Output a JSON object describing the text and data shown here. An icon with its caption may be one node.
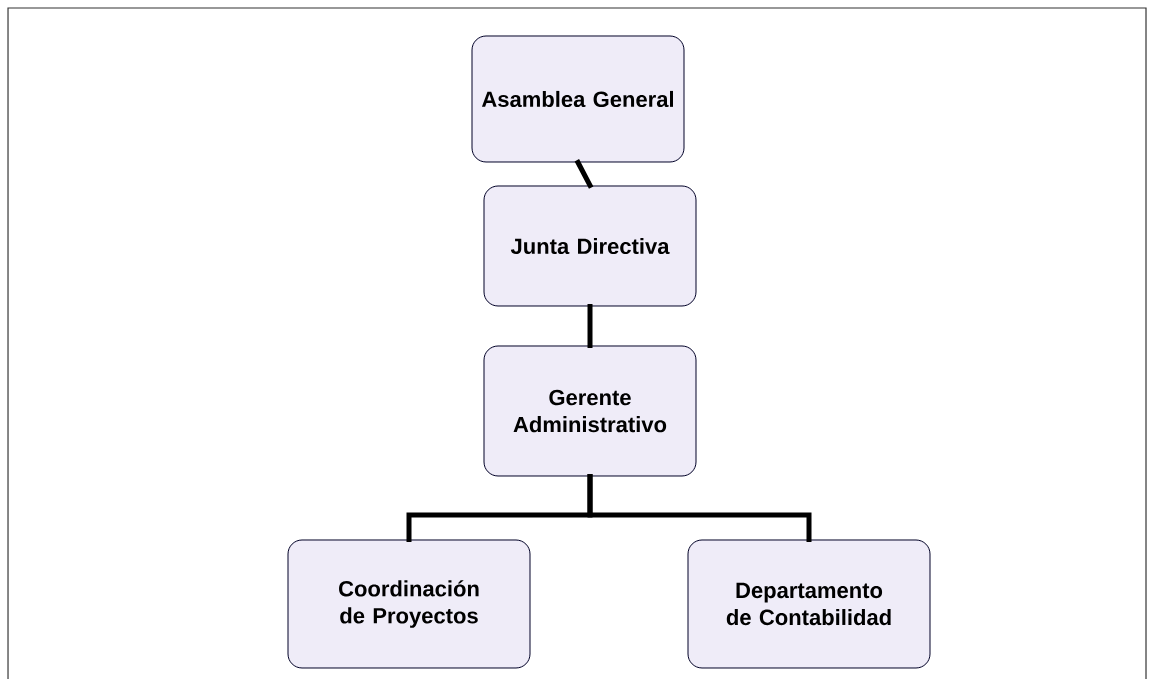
{
  "diagram": {
    "nodes": [
      {
        "text": [
          "Asamblea General"
        ]
      },
      {
        "text": [
          "Junta Directiva"
        ]
      },
      {
        "text": [
          "Gerente Administrativo"
        ]
      },
      {
        "text": [
          "Coordinación de Proyectos"
        ]
      },
      {
        "text": [
          "Departamento de Contabilidad"
        ]
      }
    ],
    "edges": [
      {
        "from": 0,
        "to": 1,
        "arrow": "none"
      },
      {
        "from": 1,
        "to": 2,
        "arrow": "none"
      },
      {
        "from": 2,
        "to": 3,
        "arrow": "none"
      },
      {
        "from": 2,
        "to": 4,
        "arrow": "none"
      }
    ]
  }
}
